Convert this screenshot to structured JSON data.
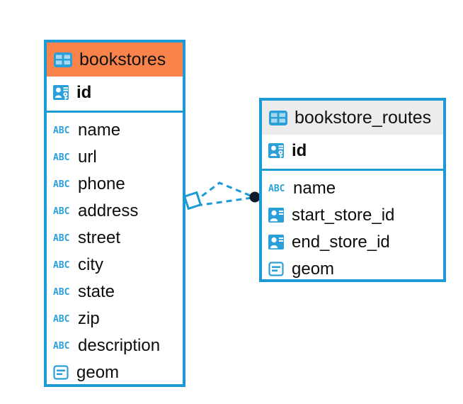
{
  "diagram": {
    "type": "entity-relationship-diagram",
    "background": "#ffffff",
    "accent_color": "#1b9ad6",
    "highlight_color": "#f9834a",
    "header_grey": "#ececec"
  },
  "entities": [
    {
      "name": "bookstores",
      "header_style": "orange",
      "table_icon": "table-icon",
      "keys": [
        {
          "label": "id",
          "icon": "primary-key-icon",
          "kind": "pk"
        }
      ],
      "fields": [
        {
          "label": "name",
          "icon": "abc-text-icon",
          "kind": "text"
        },
        {
          "label": "url",
          "icon": "abc-text-icon",
          "kind": "text"
        },
        {
          "label": "phone",
          "icon": "abc-text-icon",
          "kind": "text"
        },
        {
          "label": "address",
          "icon": "abc-text-icon",
          "kind": "text"
        },
        {
          "label": "street",
          "icon": "abc-text-icon",
          "kind": "text"
        },
        {
          "label": "city",
          "icon": "abc-text-icon",
          "kind": "text"
        },
        {
          "label": "state",
          "icon": "abc-text-icon",
          "kind": "text"
        },
        {
          "label": "zip",
          "icon": "abc-text-icon",
          "kind": "text"
        },
        {
          "label": "description",
          "icon": "abc-text-icon",
          "kind": "text"
        },
        {
          "label": "geom",
          "icon": "geometry-icon",
          "kind": "geometry"
        }
      ]
    },
    {
      "name": "bookstore_routes",
      "header_style": "grey",
      "table_icon": "table-icon",
      "keys": [
        {
          "label": "id",
          "icon": "primary-key-icon",
          "kind": "pk"
        }
      ],
      "fields": [
        {
          "label": "name",
          "icon": "abc-text-icon",
          "kind": "text"
        },
        {
          "label": "start_store_id",
          "icon": "foreign-key-icon",
          "kind": "fk"
        },
        {
          "label": "end_store_id",
          "icon": "foreign-key-icon",
          "kind": "fk"
        },
        {
          "label": "geom",
          "icon": "geometry-icon",
          "kind": "geometry"
        }
      ]
    }
  ],
  "relationship": {
    "style": "dashed",
    "color": "#1b9ad6",
    "source_marker": "diamond-outline-marker",
    "target_marker": "filled-circle-marker",
    "target_marker_color": "#0d1b2a",
    "abc_glyph": "ABC"
  }
}
